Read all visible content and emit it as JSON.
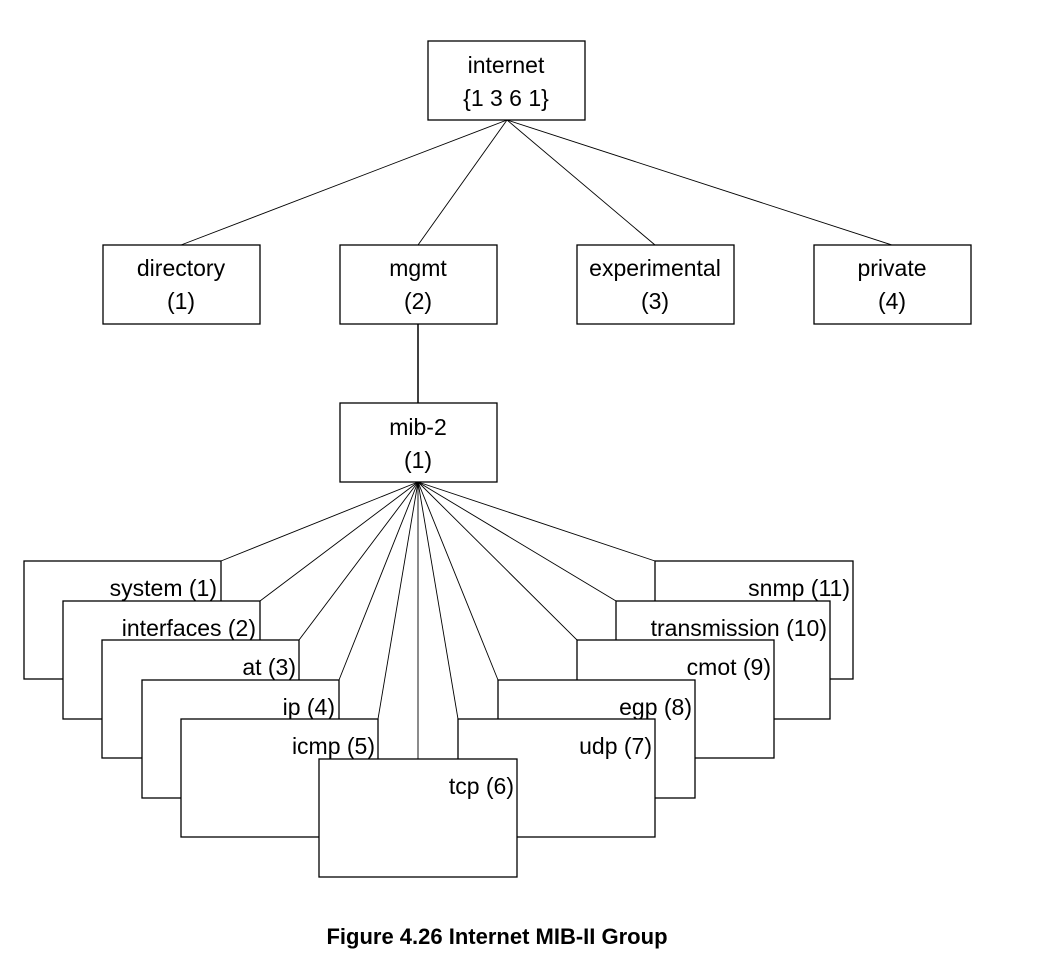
{
  "root": {
    "name": "internet",
    "oid": "{1 3 6 1}"
  },
  "children": [
    {
      "name": "directory",
      "number": "(1)"
    },
    {
      "name": "mgmt",
      "number": "(2)"
    },
    {
      "name": "experimental",
      "number": "(3)"
    },
    {
      "name": "private",
      "number": "(4)"
    }
  ],
  "mib2": {
    "name": "mib-2",
    "number": "(1)"
  },
  "groups": [
    {
      "label": "system (1)"
    },
    {
      "label": "interfaces (2)"
    },
    {
      "label": "at (3)"
    },
    {
      "label": "ip (4)"
    },
    {
      "label": "icmp (5)"
    },
    {
      "label": "tcp (6)"
    },
    {
      "label": "udp (7)"
    },
    {
      "label": "egp (8)"
    },
    {
      "label": "cmot (9)"
    },
    {
      "label": "transmission (10)"
    },
    {
      "label": "snmp (11)"
    }
  ],
  "caption": "Figure 4.26  Internet MIB-II Group"
}
